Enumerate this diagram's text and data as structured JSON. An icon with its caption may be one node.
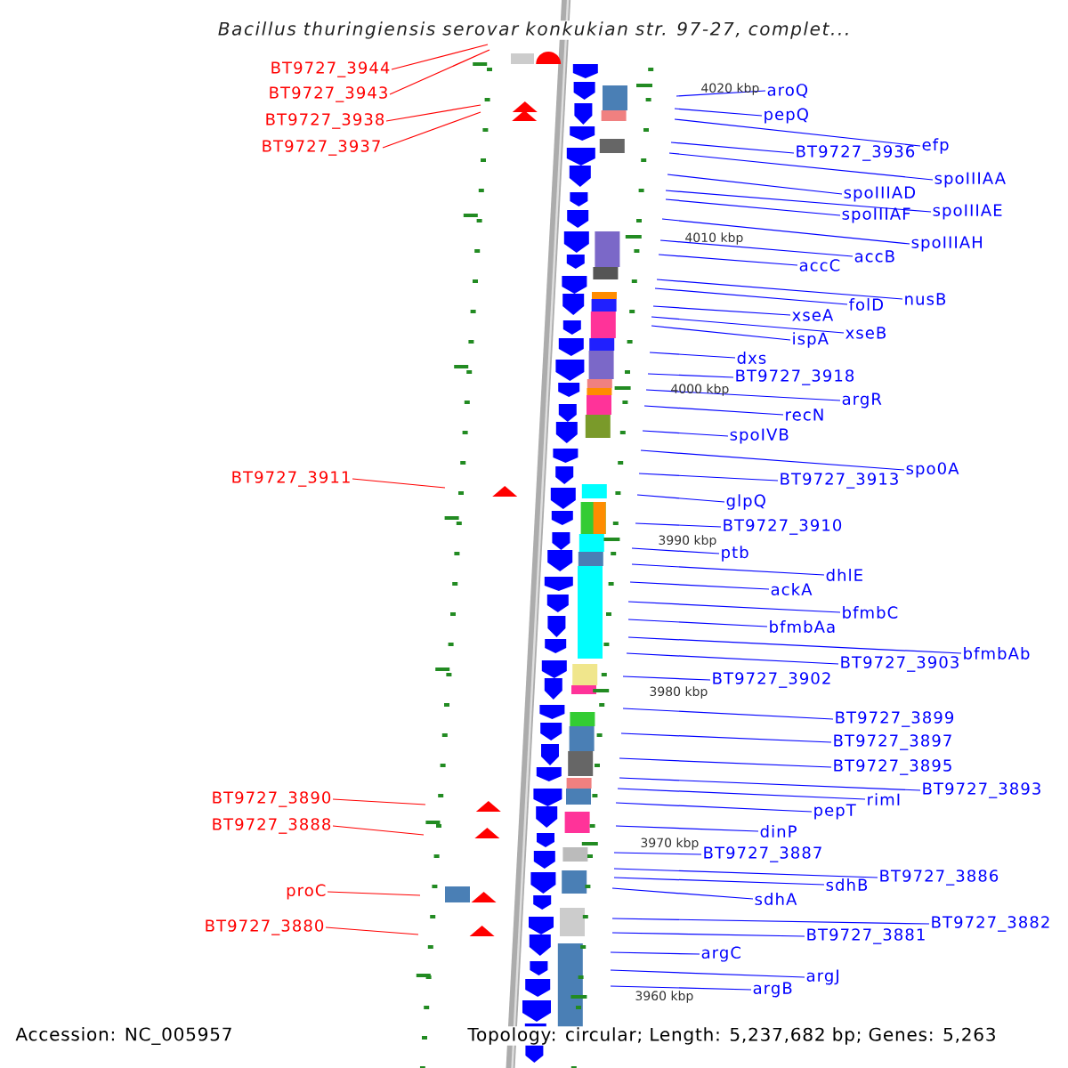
{
  "diagram": {
    "title": "Bacillus thuringiensis serovar konkukian str. 97-27, complet...",
    "nodes": [
      {
        "text": [
          "BT9727_3944"
        ]
      },
      {
        "text": [
          "BT9727_3943"
        ]
      },
      {
        "text": [
          "BT9727_3938"
        ]
      },
      {
        "text": [
          "BT9727_3937"
        ]
      },
      {
        "text": [
          "BT9727_3911"
        ]
      },
      {
        "text": [
          "BT9727_3890"
        ]
      },
      {
        "text": [
          "BT9727_3888"
        ]
      },
      {
        "text": [
          "proC"
        ]
      },
      {
        "text": [
          "BT9727_3880"
        ]
      },
      {
        "text": [
          "aroQ"
        ]
      },
      {
        "text": [
          "pepQ"
        ]
      },
      {
        "text": [
          "efp"
        ]
      },
      {
        "text": [
          "BT9727_3936"
        ]
      },
      {
        "text": [
          "spoIIIAA"
        ]
      },
      {
        "text": [
          "spoIIIAD"
        ]
      },
      {
        "text": [
          "spoIIIAE"
        ]
      },
      {
        "text": [
          "spoIIIAF"
        ]
      },
      {
        "text": [
          "spoIIIAH"
        ]
      },
      {
        "text": [
          "accB"
        ]
      },
      {
        "text": [
          "accC"
        ]
      },
      {
        "text": [
          "nusB"
        ]
      },
      {
        "text": [
          "folD"
        ]
      },
      {
        "text": [
          "xseA"
        ]
      },
      {
        "text": [
          "xseB"
        ]
      },
      {
        "text": [
          "ispA"
        ]
      },
      {
        "text": [
          "dxs"
        ]
      },
      {
        "text": [
          "BT9727_3918"
        ]
      },
      {
        "text": [
          "argR"
        ]
      },
      {
        "text": [
          "recN"
        ]
      },
      {
        "text": [
          "spoIVB"
        ]
      },
      {
        "text": [
          "spo0A"
        ]
      },
      {
        "text": [
          "BT9727_3913"
        ]
      },
      {
        "text": [
          "glpQ"
        ]
      },
      {
        "text": [
          "BT9727_3910"
        ]
      },
      {
        "text": [
          "ptb"
        ]
      },
      {
        "text": [
          "dhlE"
        ]
      },
      {
        "text": [
          "ackA"
        ]
      },
      {
        "text": [
          "bfmbC"
        ]
      },
      {
        "text": [
          "bfmbAa"
        ]
      },
      {
        "text": [
          "bfmbAb"
        ]
      },
      {
        "text": [
          "BT9727_3903"
        ]
      },
      {
        "text": [
          "BT9727_3902"
        ]
      },
      {
        "text": [
          "BT9727_3899"
        ]
      },
      {
        "text": [
          "BT9727_3897"
        ]
      },
      {
        "text": [
          "BT9727_3895"
        ]
      },
      {
        "text": [
          "BT9727_3893"
        ]
      },
      {
        "text": [
          "rimI"
        ]
      },
      {
        "text": [
          "pepT"
        ]
      },
      {
        "text": [
          "dinP"
        ]
      },
      {
        "text": [
          "BT9727_3887"
        ]
      },
      {
        "text": [
          "BT9727_3886"
        ]
      },
      {
        "text": [
          "sdhB"
        ]
      },
      {
        "text": [
          "sdhA"
        ]
      },
      {
        "text": [
          "BT9727_3882"
        ]
      },
      {
        "text": [
          "BT9727_3881"
        ]
      },
      {
        "text": [
          "argC"
        ]
      },
      {
        "text": [
          "argJ"
        ]
      },
      {
        "text": [
          "argB"
        ]
      }
    ],
    "edges": [
      {
        "from": 0,
        "to": null,
        "arrow": "none",
        "color": "#ff0000"
      },
      {
        "from": 1,
        "to": null,
        "arrow": "none",
        "color": "#ff0000"
      },
      {
        "from": 2,
        "to": null,
        "arrow": "none",
        "color": "#ff0000"
      },
      {
        "from": 3,
        "to": null,
        "arrow": "none",
        "color": "#ff0000"
      },
      {
        "from": 4,
        "to": null,
        "arrow": "none",
        "color": "#ff0000"
      },
      {
        "from": 5,
        "to": null,
        "arrow": "none",
        "color": "#ff0000"
      },
      {
        "from": 6,
        "to": null,
        "arrow": "none",
        "color": "#ff0000"
      },
      {
        "from": 7,
        "to": null,
        "arrow": "none",
        "color": "#ff0000"
      },
      {
        "from": 8,
        "to": null,
        "arrow": "none",
        "color": "#ff0000"
      },
      {
        "from": 9,
        "to": null,
        "arrow": "none"
      },
      {
        "from": 10,
        "to": null,
        "arrow": "none"
      },
      {
        "from": 11,
        "to": null,
        "arrow": "none"
      },
      {
        "from": 12,
        "to": null,
        "arrow": "none"
      },
      {
        "from": 13,
        "to": null,
        "arrow": "none"
      },
      {
        "from": 14,
        "to": null,
        "arrow": "none"
      },
      {
        "from": 15,
        "to": null,
        "arrow": "none"
      },
      {
        "from": 16,
        "to": null,
        "arrow": "none"
      },
      {
        "from": 17,
        "to": null,
        "arrow": "none"
      },
      {
        "from": 18,
        "to": null,
        "arrow": "none"
      },
      {
        "from": 19,
        "to": null,
        "arrow": "none"
      },
      {
        "from": 20,
        "to": null,
        "arrow": "none"
      },
      {
        "from": 21,
        "to": null,
        "arrow": "none"
      },
      {
        "from": 22,
        "to": null,
        "arrow": "none"
      },
      {
        "from": 23,
        "to": null,
        "arrow": "none"
      },
      {
        "from": 24,
        "to": null,
        "arrow": "none"
      },
      {
        "from": 25,
        "to": null,
        "arrow": "none"
      },
      {
        "from": 26,
        "to": null,
        "arrow": "none"
      },
      {
        "from": 27,
        "to": null,
        "arrow": "none"
      },
      {
        "from": 28,
        "to": null,
        "arrow": "none"
      },
      {
        "from": 29,
        "to": null,
        "arrow": "none"
      },
      {
        "from": 30,
        "to": null,
        "arrow": "none"
      },
      {
        "from": 31,
        "to": null,
        "arrow": "none"
      },
      {
        "from": 32,
        "to": null,
        "arrow": "none"
      },
      {
        "from": 33,
        "to": null,
        "arrow": "none"
      },
      {
        "from": 34,
        "to": null,
        "arrow": "none"
      },
      {
        "from": 35,
        "to": null,
        "arrow": "none"
      },
      {
        "from": 36,
        "to": null,
        "arrow": "none"
      },
      {
        "from": 37,
        "to": null,
        "arrow": "none"
      },
      {
        "from": 38,
        "to": null,
        "arrow": "none"
      },
      {
        "from": 39,
        "to": null,
        "arrow": "none"
      },
      {
        "from": 40,
        "to": null,
        "arrow": "none"
      },
      {
        "from": 41,
        "to": null,
        "arrow": "none"
      },
      {
        "from": 42,
        "to": null,
        "arrow": "none"
      },
      {
        "from": 43,
        "to": null,
        "arrow": "none"
      },
      {
        "from": 44,
        "to": null,
        "arrow": "none"
      },
      {
        "from": 45,
        "to": null,
        "arrow": "none"
      },
      {
        "from": 46,
        "to": null,
        "arrow": "none"
      },
      {
        "from": 47,
        "to": null,
        "arrow": "none"
      },
      {
        "from": 48,
        "to": null,
        "arrow": "none"
      },
      {
        "from": 49,
        "to": null,
        "arrow": "none"
      },
      {
        "from": 50,
        "to": null,
        "arrow": "none"
      },
      {
        "from": 51,
        "to": null,
        "arrow": "none"
      },
      {
        "from": 52,
        "to": null,
        "arrow": "none"
      },
      {
        "from": 53,
        "to": null,
        "arrow": "none"
      },
      {
        "from": 54,
        "to": null,
        "arrow": "none"
      },
      {
        "from": 55,
        "to": null,
        "arrow": "none"
      },
      {
        "from": 56,
        "to": null,
        "arrow": "none"
      },
      {
        "from": 57,
        "to": null,
        "arrow": "none"
      }
    ],
    "labels": [
      "4020 kbp",
      "4010 kbp",
      "4000 kbp",
      "3990 kbp",
      "3980 kbp",
      "3970 kbp",
      "3960 kbp",
      "Accession: NC_005957",
      "Topology: circular; Length: 5,237,682 bp; Genes: 5,263"
    ]
  }
}
